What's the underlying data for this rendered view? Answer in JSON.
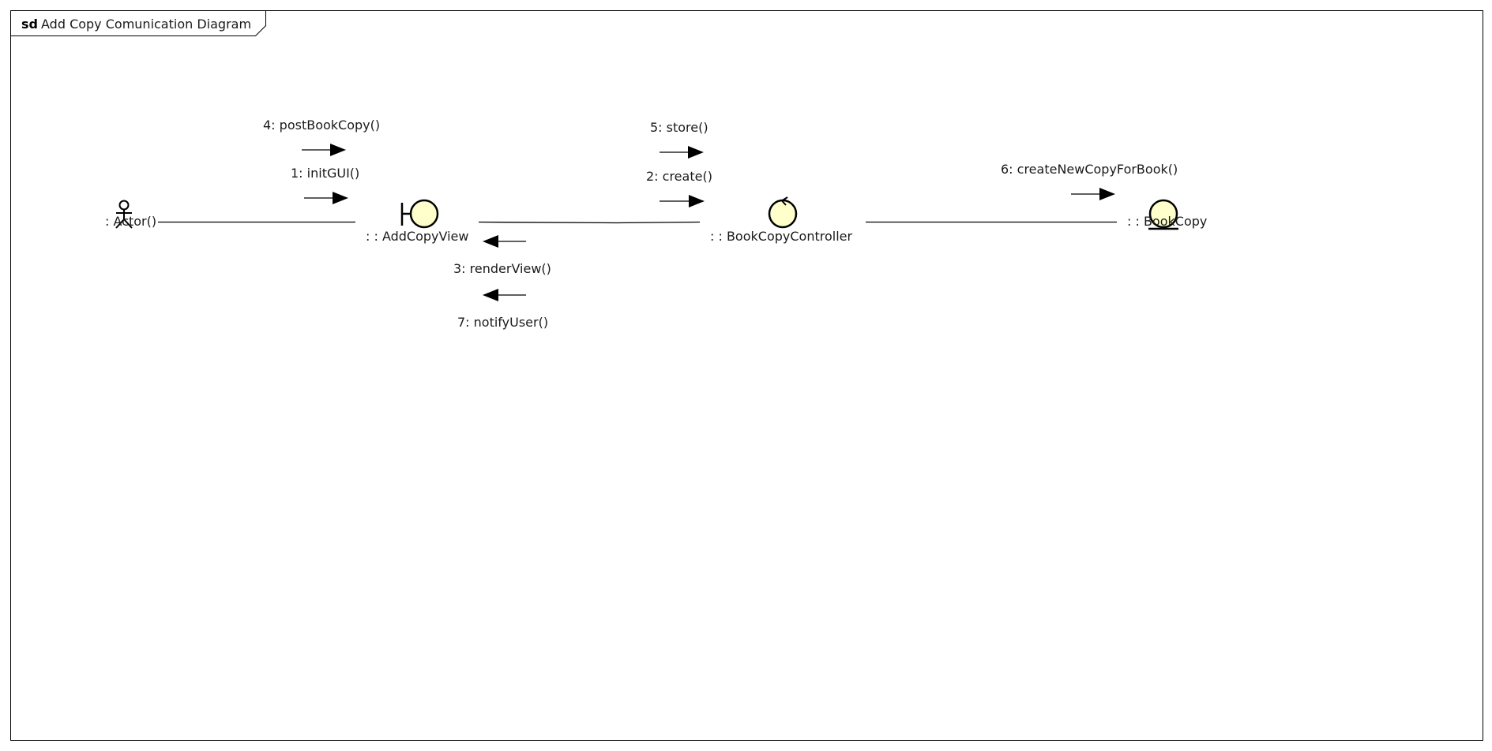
{
  "frame": {
    "keyword": "sd",
    "title": "Add Copy Comunication Diagram"
  },
  "colors": {
    "line": "#000000",
    "object_fill": "#ffffcc"
  },
  "lifelines": [
    {
      "id": "actor",
      "icon": "actor-icon",
      "label": ": Actor()"
    },
    {
      "id": "add-copy-view",
      "icon": "boundary-icon",
      "label": ": : AddCopyView"
    },
    {
      "id": "book-copy-controller",
      "icon": "control-icon",
      "label": ": : BookCopyController"
    },
    {
      "id": "book-copy",
      "icon": "entity-icon",
      "label": ": : BookCopy"
    }
  ],
  "messages": [
    {
      "seq": "1",
      "label": "1: initGUI()",
      "from": "actor",
      "to": "add-copy-view"
    },
    {
      "seq": "2",
      "label": "2: create()",
      "from": "add-copy-view",
      "to": "book-copy-controller"
    },
    {
      "seq": "3",
      "label": "3: renderView()",
      "from": "book-copy-controller",
      "to": "add-copy-view"
    },
    {
      "seq": "4",
      "label": "4: postBookCopy()",
      "from": "actor",
      "to": "add-copy-view"
    },
    {
      "seq": "5",
      "label": "5: store()",
      "from": "add-copy-view",
      "to": "book-copy-controller"
    },
    {
      "seq": "6",
      "label": "6: createNewCopyForBook()",
      "from": "book-copy-controller",
      "to": "book-copy"
    },
    {
      "seq": "7",
      "label": "7: notifyUser()",
      "from": "book-copy-controller",
      "to": "add-copy-view"
    }
  ]
}
